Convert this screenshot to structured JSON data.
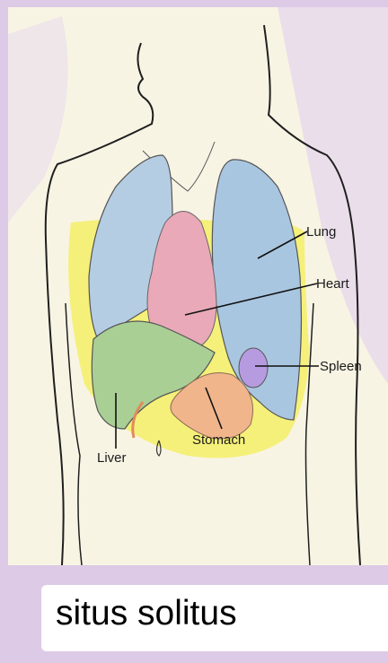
{
  "illustration": {
    "labels": {
      "lung": "Lung",
      "heart": "Heart",
      "spleen": "Spleen",
      "stomach": "Stomach",
      "liver": "Liver"
    },
    "colors": {
      "background": "#f8f4e4",
      "frame": "#dccae6",
      "lung": "#a9c6e0",
      "heart": "#e9a9b8",
      "liver": "#a9cf95",
      "stomach": "#f1b58c",
      "spleen": "#b79be0",
      "highlight": "#f4ee66"
    }
  },
  "caption": {
    "text": "situs solitus"
  }
}
